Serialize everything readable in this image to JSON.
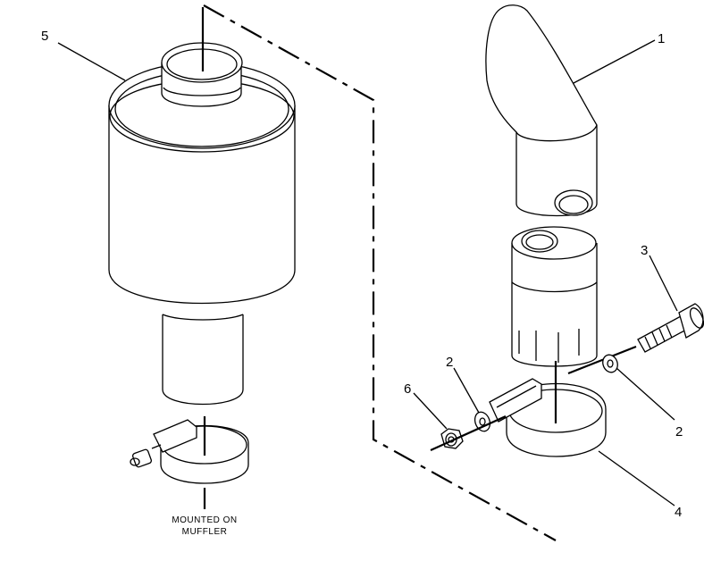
{
  "callouts": {
    "c1": "1",
    "c2a": "2",
    "c2b": "2",
    "c3": "3",
    "c4": "4",
    "c5": "5",
    "c6": "6"
  },
  "note": {
    "line1": "MOUNTED ON",
    "line2": "MUFFLER"
  }
}
